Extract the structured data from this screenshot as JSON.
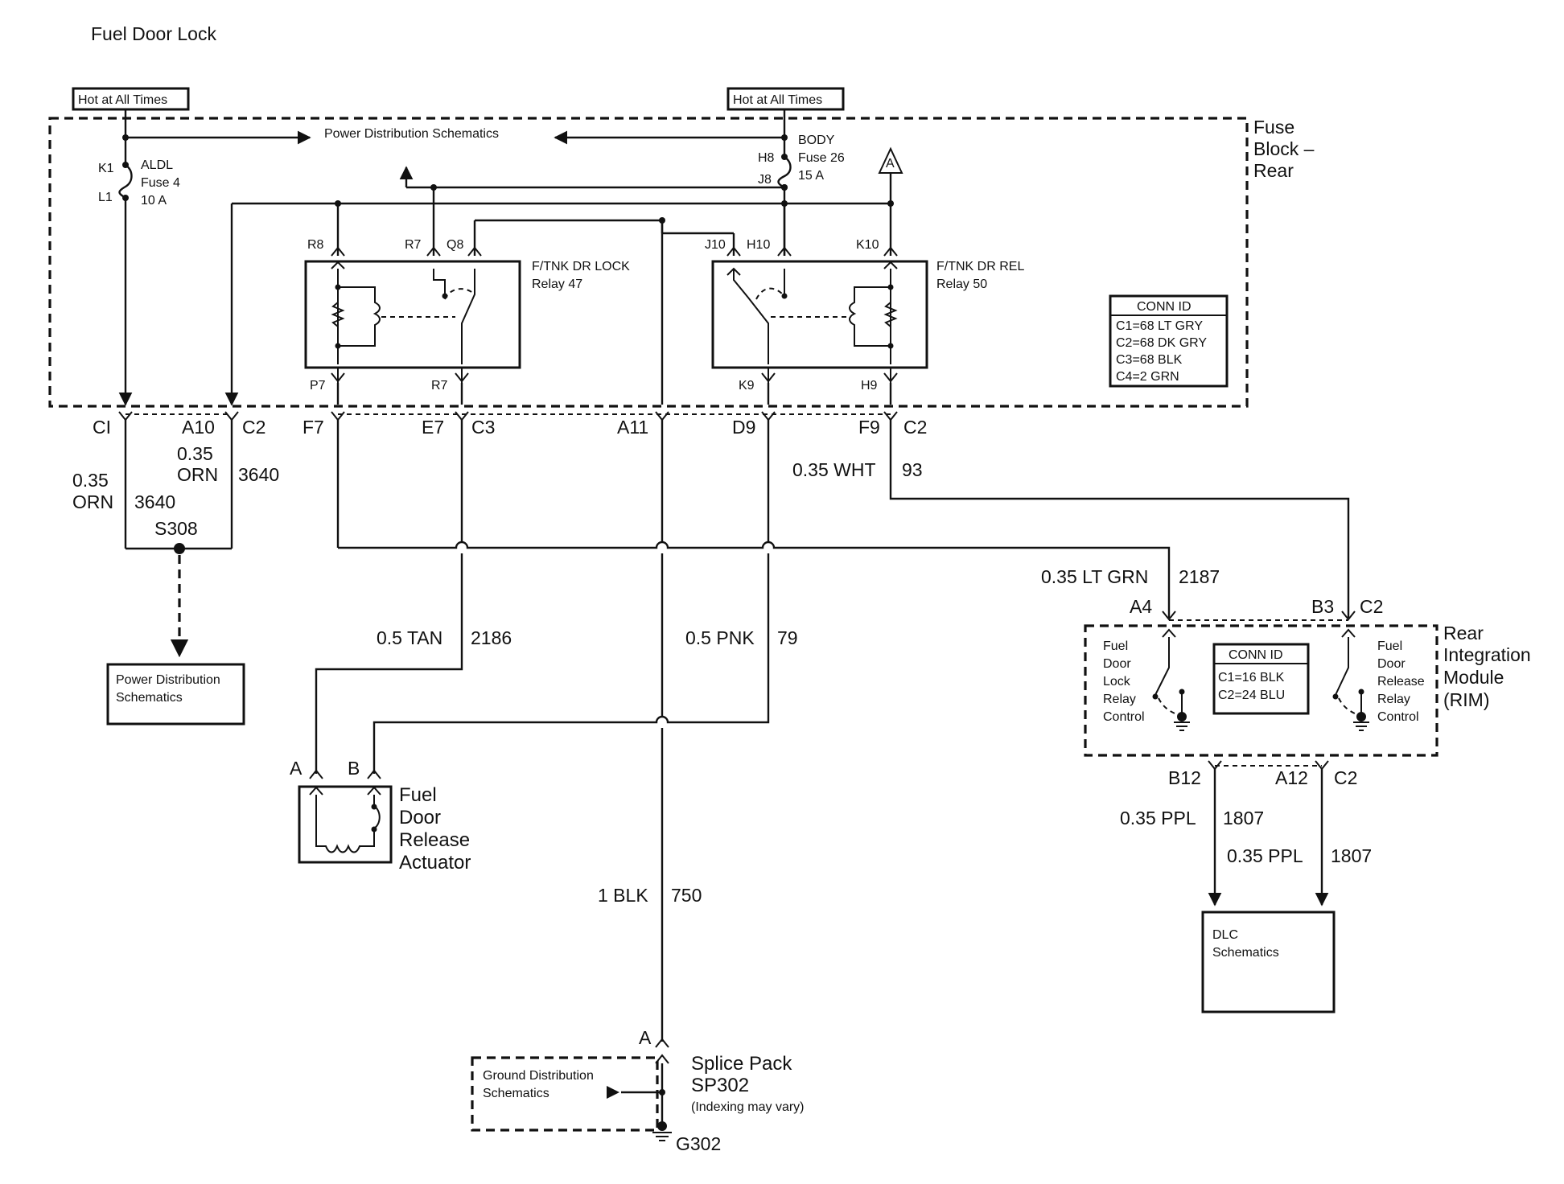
{
  "title": "Fuel Door Lock",
  "sources": {
    "hot_left": "Hot at All Times",
    "hot_right": "Hot at All Times"
  },
  "fuse_block": {
    "name_line1": "Fuse",
    "name_line2": "Block –",
    "name_line3": "Rear",
    "power_distribution": "Power Distribution Schematics",
    "fuse_left": {
      "name": "ALDL",
      "number": "Fuse 4",
      "rating": "10 A",
      "pin_top": "K1",
      "pin_bottom": "L1"
    },
    "fuse_right": {
      "name": "BODY",
      "number": "Fuse 26",
      "rating": "15 A",
      "pin_top": "H8",
      "pin_bottom": "J8"
    },
    "arrow_label": "A",
    "relay_left": {
      "name": "F/TNK DR LOCK",
      "number": "Relay 47",
      "pins_top": [
        "R8",
        "R7",
        "Q8"
      ],
      "pins_bottom": [
        "P7",
        "R7"
      ]
    },
    "relay_right": {
      "name": "F/TNK DR REL",
      "number": "Relay 50",
      "pins_top": [
        "J10",
        "H10",
        "K10"
      ],
      "pins_bottom": [
        "K9",
        "H9"
      ]
    },
    "conn_id": {
      "title": "CONN ID",
      "rows": [
        "C1=68 LT GRY",
        "C2=68 DK GRY",
        "C3=68 BLK",
        "C4=2 GRN"
      ]
    }
  },
  "connector_pins": {
    "c1": "CI",
    "a10": "A10",
    "c2a": "C2",
    "f7": "F7",
    "e7": "E7",
    "c3": "C3",
    "a11": "A11",
    "d9": "D9",
    "f9": "F9",
    "c2b": "C2"
  },
  "wires": {
    "orn_left_gauge": "0.35",
    "orn_left_color": "ORN",
    "orn_left_circuit": "3640",
    "orn_right_gauge": "0.35",
    "orn_right_color": "ORN",
    "orn_right_circuit": "3640",
    "splice": "S308",
    "wht": "0.35 WHT",
    "wht_circuit": "93",
    "ltgrn": "0.35 LT GRN",
    "ltgrn_circuit": "2187",
    "tan": "0.5 TAN",
    "tan_circuit": "2186",
    "pnk": "0.5 PNK",
    "pnk_circuit": "79",
    "blk": "1 BLK",
    "blk_circuit": "750",
    "ppl_left": "0.35 PPL",
    "ppl_left_circuit": "1807",
    "ppl_right": "0.35 PPL",
    "ppl_right_circuit": "1807"
  },
  "power_distribution_box": {
    "line1": "Power Distribution",
    "line2": "Schematics"
  },
  "actuator": {
    "pin_a": "A",
    "pin_b": "B",
    "line1": "Fuel",
    "line2": "Door",
    "line3": "Release",
    "line4": "Actuator"
  },
  "rim": {
    "name_line1": "Rear",
    "name_line2": "Integration",
    "name_line3": "Module",
    "name_line4": "(RIM)",
    "pin_a4": "A4",
    "pin_b3": "B3",
    "pin_c2_top": "C2",
    "pin_b12": "B12",
    "pin_a12": "A12",
    "pin_c2_bottom": "C2",
    "lock_label": [
      "Fuel",
      "Door",
      "Lock",
      "Relay",
      "Control"
    ],
    "release_label": [
      "Fuel",
      "Door",
      "Release",
      "Relay",
      "Control"
    ],
    "conn_id": {
      "title": "CONN ID",
      "rows": [
        "C1=16 BLK",
        "C2=24 BLU"
      ]
    }
  },
  "dlc": {
    "line1": "DLC",
    "line2": "Schematics"
  },
  "ground": {
    "splice_pin": "A",
    "splice_name": "Splice Pack",
    "splice_id": "SP302",
    "splice_note": "(Indexing may vary)",
    "distribution_line1": "Ground Distribution",
    "distribution_line2": "Schematics",
    "ground_id": "G302"
  }
}
